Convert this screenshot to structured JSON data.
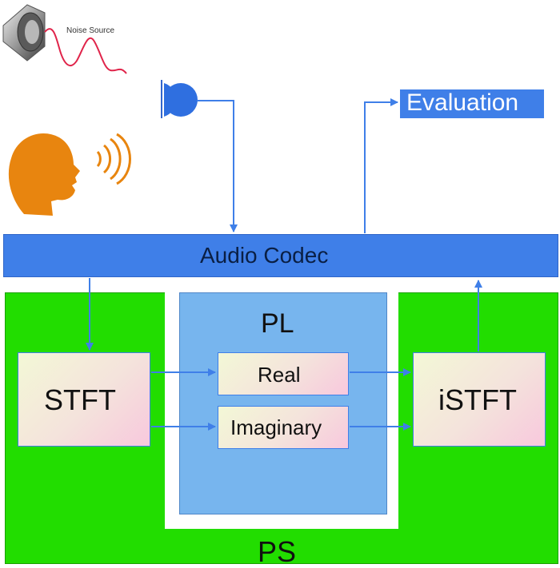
{
  "noise_source": {
    "label": "Noise Source",
    "icon": "speaker-icon"
  },
  "speaker": {
    "icon": "human-head-speaking-icon"
  },
  "microphone": {
    "icon": "microphone-icon"
  },
  "audio_codec": {
    "label": "Audio Codec"
  },
  "evaluation": {
    "label": "Evaluation"
  },
  "regions": {
    "ps_label": "PS",
    "pl_label": "PL"
  },
  "blocks": {
    "stft": "STFT",
    "real": "Real",
    "imaginary": "Imaginary",
    "istft": "iSTFT"
  },
  "colors": {
    "ps_green": "#22dd00",
    "pl_blue": "#77b5ee",
    "codec_blue": "#3f7fe8",
    "arrow_blue": "#3f7fe8",
    "speaker_orange": "#e8850f",
    "noise_wave_red": "#e0244a"
  }
}
